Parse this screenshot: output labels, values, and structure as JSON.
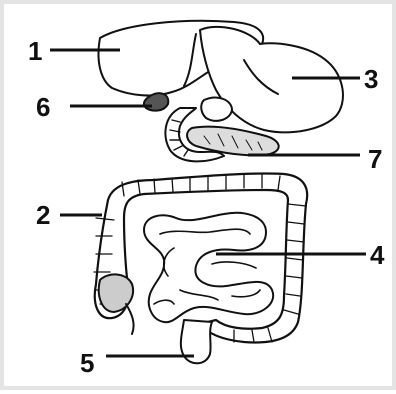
{
  "diagram": {
    "labels": [
      {
        "id": "1",
        "text": "1"
      },
      {
        "id": "2",
        "text": "2"
      },
      {
        "id": "3",
        "text": "3"
      },
      {
        "id": "4",
        "text": "4"
      },
      {
        "id": "5",
        "text": "5"
      },
      {
        "id": "6",
        "text": "6"
      },
      {
        "id": "7",
        "text": "7"
      }
    ],
    "colors": {
      "ink": "#111111",
      "organ_fill": "#ffffff",
      "border": "#e4e4e4"
    }
  }
}
